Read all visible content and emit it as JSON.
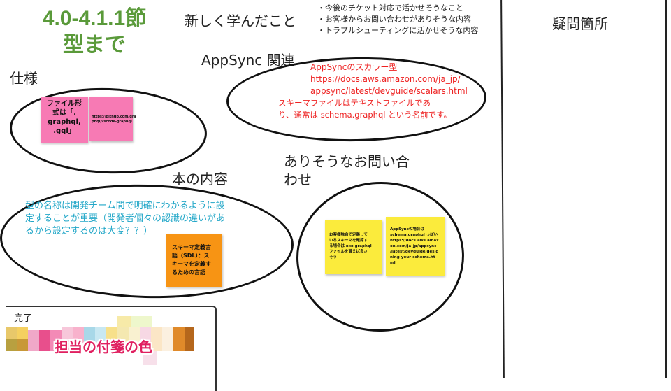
{
  "title": {
    "line1": "4.0-4.1.1節",
    "line2": "型まで"
  },
  "learned": {
    "heading": "新しく学んだこと",
    "bullets": [
      "・今後のチケット対応で活かせそうなこと",
      "・お客様からお問い合わせがありそうな内容",
      "・トラブルシューティングに活かせそうな内容"
    ]
  },
  "questions": {
    "heading": "疑問箇所"
  },
  "spec": {
    "heading": "仕様",
    "sticky_main": [
      "ファイル形",
      "式は「.",
      "graphql,",
      ".gql」"
    ],
    "sticky_link": [
      "https://github.com/gra",
      "phql/vscode-graphql"
    ]
  },
  "appsync": {
    "heading": "AppSync 関連",
    "notes": [
      "AppSyncのスカラー型",
      "https://docs.aws.amazon.com/ja_jp/",
      "appsync/latest/devguide/scalars.html"
    ],
    "notes2": [
      "スキーマファイルはテキストファイルであ",
      "り、通常は schema.graphql という名前です。"
    ]
  },
  "book": {
    "heading": "本の内容",
    "notes": [
      "型の名称は開発チーム間で明確にわかるように設",
      "定することが重要（開発者個々の認識の違いがあ",
      "るから設定するのは大変？？）"
    ],
    "sticky": [
      "スキーマ定義言",
      "語（SDL）：ス",
      "キーマを定義す",
      "るための言語"
    ]
  },
  "inquiries": {
    "heading_line1": "ありそうなお問い合",
    "heading_line2": "わせ",
    "sticky1": [
      "お客様独自で定義して",
      "いるスキーマを確認す",
      "る場合は xxx.graphql",
      "ファイルを貰えば良さ",
      "そう"
    ],
    "sticky2": [
      "AppSyncの場合は",
      "schema.graphql っぽい",
      "https://docs.aws.amaz",
      "on.com/ja_jp/appsync",
      "/latest/devguide/desig",
      "ning-your-schema.ht",
      "ml"
    ]
  },
  "done": {
    "label": "完了",
    "color_label": "担当の付箋の色"
  },
  "colors": {
    "title_green": "#5a9a3a",
    "note_red": "#ee2222",
    "note_cyan": "#22a7c8",
    "sticky_pink": "#f77ab4",
    "sticky_orange": "#f79414",
    "sticky_yellow": "#fbeb3c",
    "label_magenta": "#e02060"
  }
}
